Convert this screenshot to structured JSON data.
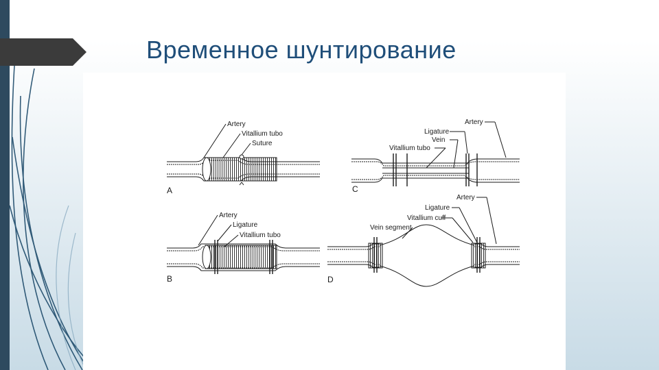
{
  "slide": {
    "title": "Временное шунтирование"
  },
  "figure": {
    "panels": [
      {
        "letter": "A",
        "labels": {
          "artery": "Artery",
          "tube": "Vitallium tubo",
          "suture": "Suture"
        }
      },
      {
        "letter": "B",
        "labels": {
          "artery": "Artery",
          "ligature": "Ligature",
          "tube": "Vitallium tubo"
        }
      },
      {
        "letter": "C",
        "labels": {
          "artery": "Artery",
          "ligature": "Ligature",
          "vein": "Vein",
          "tube": "Vitallium tubo"
        }
      },
      {
        "letter": "D",
        "labels": {
          "artery": "Artery",
          "ligature": "Ligature",
          "cuff": "Vitallium cuff",
          "vein_segment": "Vein segment"
        }
      }
    ]
  },
  "colors": {
    "strip": "#2e4a5f",
    "tab": "#3b3b3b",
    "title": "#1f4e79",
    "accent_lines": "#1e4b6b",
    "drawing": "#1a1a1a"
  }
}
